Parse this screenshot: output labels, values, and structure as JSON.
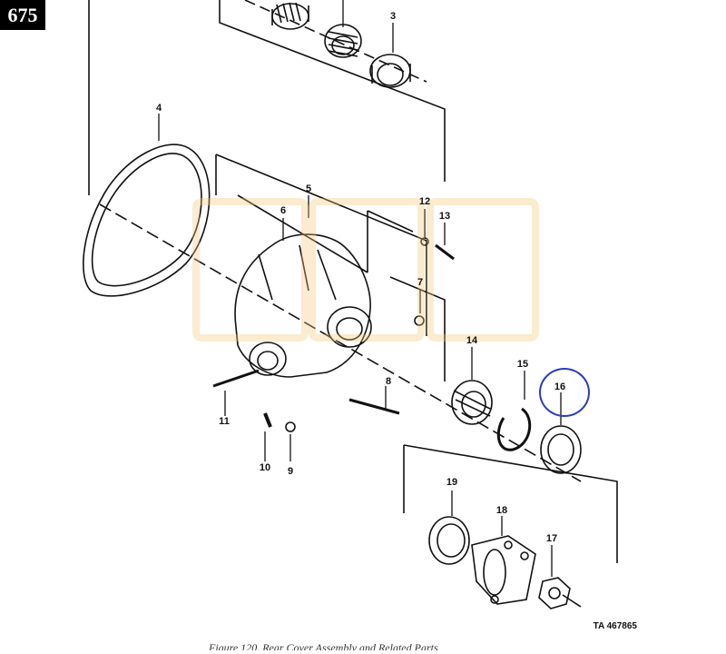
{
  "page_badge": "675",
  "callouts": [
    {
      "id": "c2",
      "text": ""
    },
    {
      "id": "c3",
      "text": "3"
    },
    {
      "id": "c4",
      "text": "4"
    },
    {
      "id": "c5",
      "text": "5"
    },
    {
      "id": "c6",
      "text": "6"
    },
    {
      "id": "c7",
      "text": "7"
    },
    {
      "id": "c8",
      "text": "8"
    },
    {
      "id": "c9",
      "text": "9"
    },
    {
      "id": "c10",
      "text": "10"
    },
    {
      "id": "c11",
      "text": "11"
    },
    {
      "id": "c12",
      "text": "12"
    },
    {
      "id": "c13",
      "text": "13"
    },
    {
      "id": "c14",
      "text": "14"
    },
    {
      "id": "c15",
      "text": "15"
    },
    {
      "id": "c16",
      "text": "16"
    },
    {
      "id": "c17",
      "text": "17"
    },
    {
      "id": "c18",
      "text": "18"
    },
    {
      "id": "c19",
      "text": "19"
    }
  ],
  "ta_number": "TA 467865",
  "caption": "Figure 120. Rear Cover Assembly and Related Parts",
  "colors": {
    "ink": "#111111",
    "highlight": "#2a3dbd",
    "watermark": "#f3c776"
  }
}
